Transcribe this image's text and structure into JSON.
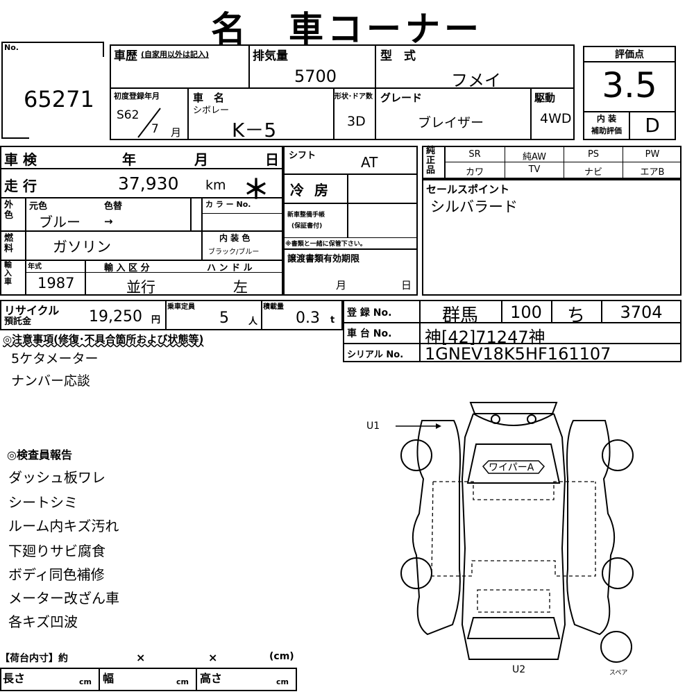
{
  "title": "名　車コーナー",
  "no": {
    "label": "No.",
    "value": "65271"
  },
  "history": {
    "label": "車歴",
    "note": "(自家用以外は記入)"
  },
  "displacement": {
    "label": "排気量",
    "value": "5700"
  },
  "model": {
    "label": "型　式",
    "value": "フメイ"
  },
  "rating": {
    "label": "評価点",
    "score": "3.5",
    "interior_label_1": "内 装",
    "interior_label_2": "補助評価",
    "interior_value": "D"
  },
  "first_reg": {
    "label": "初度登録年月",
    "era": "S62",
    "month": "7",
    "month_unit": "月"
  },
  "car_name": {
    "label": "車　名",
    "maker": "シボレー",
    "value": "K－5"
  },
  "doors": {
    "label": "形状･ドア数",
    "value": "3D"
  },
  "grade": {
    "label": "グレード",
    "value": "ブレイザー"
  },
  "drive": {
    "label": "駆動",
    "value": "4WD"
  },
  "inspection": {
    "label": "車 検",
    "year": "年",
    "month": "月",
    "day": "日"
  },
  "shift": {
    "label": "シフト",
    "value": "AT"
  },
  "genuine": {
    "label": "純正品",
    "row1": [
      "SR",
      "純AW",
      "PS",
      "PW"
    ],
    "row2": [
      "カワ",
      "TV",
      "ナビ",
      "エアB"
    ]
  },
  "mileage": {
    "label": "走 行",
    "value": "37,930",
    "unit": "km",
    "mark": "＊"
  },
  "ac": {
    "label": "冷 房"
  },
  "sales_point": {
    "label": "セールスポイント",
    "value": "シルバラード"
  },
  "color": {
    "label_outer": "外色",
    "orig_label": "元色",
    "change_label": "色替",
    "value": "ブルー",
    "arrow": "→",
    "color_no_label": "カ ラ ー No."
  },
  "manual": {
    "label": "新車整備手帳",
    "sub": "(保証書付)",
    "note": "※書類と一緒に保管下さい。"
  },
  "fuel": {
    "label": "燃料",
    "value": "ガソリン",
    "interior_color_label": "内 装 色",
    "interior_color": "ブラック/ブルー"
  },
  "transfer": {
    "label": "譲渡書類有効期限",
    "month": "月",
    "day": "日"
  },
  "import": {
    "label": "輸入車",
    "year_label": "年式",
    "year": "1987",
    "type_label": "輸 入 区 分",
    "type": "並行",
    "handle_label": "ハ ン ド ル",
    "handle": "左"
  },
  "recycle": {
    "label1": "リサイクル",
    "label2": "預託金",
    "value": "19,250",
    "unit": "円"
  },
  "capacity": {
    "label": "乗車定員",
    "value": "5",
    "unit": "人"
  },
  "load": {
    "label": "積載量",
    "value": "0.3",
    "unit": "t"
  },
  "registration": {
    "label": "登 録 No.",
    "place": "群馬",
    "class": "100",
    "kana": "ち",
    "number": "3704"
  },
  "chassis": {
    "label": "車 台 No.",
    "value": "神[42]71247神"
  },
  "serial": {
    "label": "シリアル No.",
    "value": "1GNEV18K5HF161107"
  },
  "notes": {
    "header": "◎注意事項(修復･不具合箇所および状態等)",
    "items": [
      "5ケタメーター",
      "ナンバー応談"
    ]
  },
  "inspector": {
    "header": "◎検査員報告",
    "items": [
      "ダッシュ板ワレ",
      "シートシミ",
      "ルーム内キズ汚れ",
      "下廻りサビ腐食",
      "ボディ同色補修",
      "メーター改ざん車",
      "各キズ凹波"
    ]
  },
  "cargo": {
    "header": "【荷台内寸】約",
    "x1": "×",
    "x2": "×",
    "unit_paren": "(cm)",
    "length": "長さ",
    "width": "幅",
    "height": "高さ",
    "cm": "cm"
  },
  "diagram": {
    "u1": "U1",
    "u2": "U2",
    "wiper": "ワイパーA",
    "spare": "スペア"
  }
}
